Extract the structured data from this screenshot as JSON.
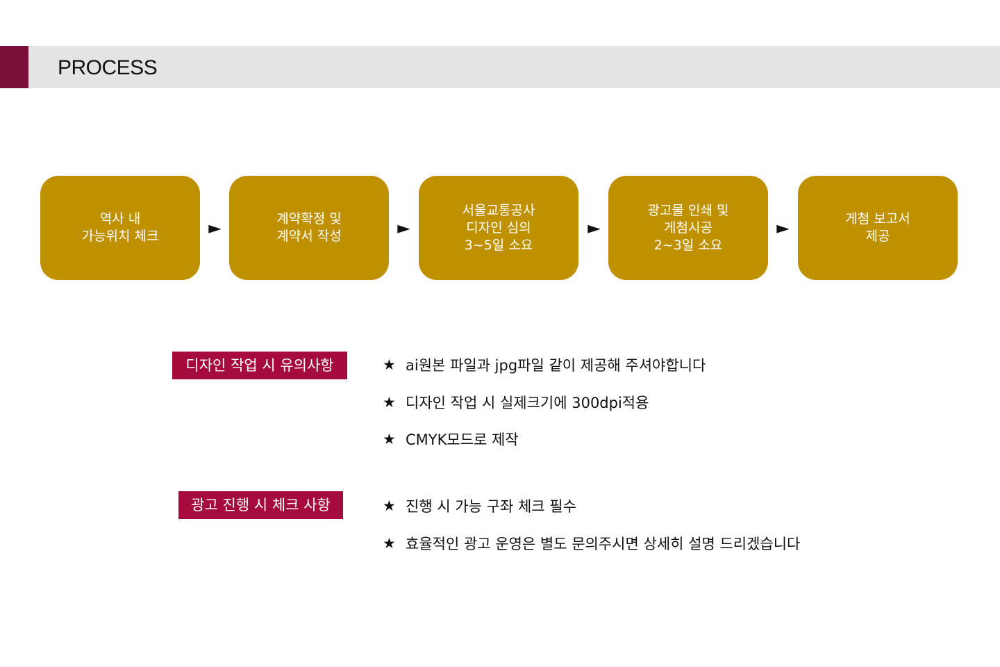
{
  "header": {
    "title": "PROCESS"
  },
  "steps": [
    {
      "label": "역사 내\n가능위치 체크"
    },
    {
      "label": "계약확정 및\n계약서 작성"
    },
    {
      "label": "서울교통공사\n디자인 심의\n3~5일 소요"
    },
    {
      "label": "광고물 인쇄 및\n게첨시공\n2~3일 소요"
    },
    {
      "label": "게첨 보고서\n제공"
    }
  ],
  "arrow_glyph": "►",
  "sections": [
    {
      "label": "디자인 작업 시 유의사항",
      "items": [
        "ai원본 파일과 jpg파일 같이 제공해 주셔야합니다",
        "디자인 작업 시 실제크기에 300dpi적용",
        "CMYK모드로 제작"
      ]
    },
    {
      "label": "광고 진행 시 체크 사항",
      "items": [
        "진행 시 가능 구좌 체크 필수",
        "효율적인 광고 운영은 별도 문의주시면 상세히 설명 드리겠습니다"
      ]
    }
  ],
  "bullet_glyph": "★",
  "colors": {
    "accent": "#7a0f3a",
    "header_bg": "#e4e4e4",
    "step_fill": "#bf9000",
    "label_fill": "#a50b3c"
  }
}
